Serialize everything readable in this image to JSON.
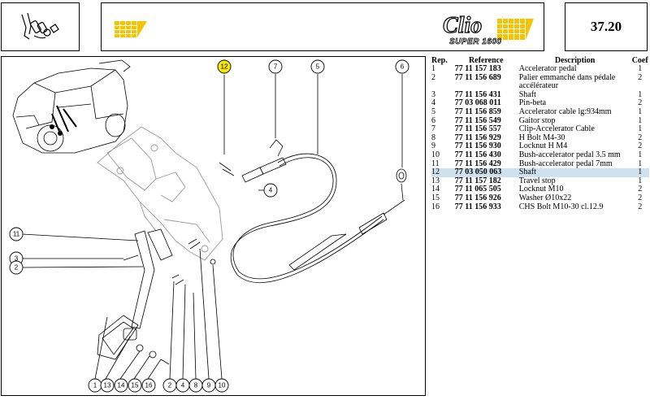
{
  "header": {
    "model_name": "Clio",
    "model_sub": "SUPER 1600",
    "page_number": "37.20",
    "accent_color": "#f5c400"
  },
  "table": {
    "headers": {
      "rep": "Rep.",
      "reference": "Reference",
      "description": "Description",
      "coef": "Coef"
    },
    "rows": [
      {
        "rep": "1",
        "reference": "77 11 157 183",
        "description": "Accelerator pedal",
        "coef": "1"
      },
      {
        "rep": "2",
        "reference": "77 11 156 689",
        "description": "Palier emmanché dans pédale accélérateur",
        "coef": "2"
      },
      {
        "rep": "3",
        "reference": "77 11 156 431",
        "description": "Shaft",
        "coef": "1"
      },
      {
        "rep": "4",
        "reference": "77 03 068 011",
        "description": "Pin-beta",
        "coef": "2"
      },
      {
        "rep": "5",
        "reference": "77 11 156 859",
        "description": "Accelerator cable lg:934mm",
        "coef": "1"
      },
      {
        "rep": "6",
        "reference": "77 11 156 549",
        "description": "Gaitor stop",
        "coef": "1"
      },
      {
        "rep": "7",
        "reference": "77 11 156 557",
        "description": "Clip-Accelerator Cable",
        "coef": "1"
      },
      {
        "rep": "8",
        "reference": "77 11 156 929",
        "description": "H Bolt M4-30",
        "coef": "2"
      },
      {
        "rep": "9",
        "reference": "77 11 156 930",
        "description": "Locknut H M4",
        "coef": "2"
      },
      {
        "rep": "10",
        "reference": "77 11 156 430",
        "description": "Bush-accelerator pedal 3.5 mm",
        "coef": "1"
      },
      {
        "rep": "11",
        "reference": "77 11 156 429",
        "description": "Bush-accelerator pedal 7mm",
        "coef": "1"
      },
      {
        "rep": "12",
        "reference": "77 03 050 063",
        "description": "Shaft",
        "coef": "1",
        "selected": true
      },
      {
        "rep": "13",
        "reference": "77 11 157 182",
        "description": "Travel stop",
        "coef": "1"
      },
      {
        "rep": "14",
        "reference": "77 11 065 505",
        "description": "Locknut M10",
        "coef": "2"
      },
      {
        "rep": "15",
        "reference": "77 11 156 926",
        "description": "Washer Ø10x22",
        "coef": "2"
      },
      {
        "rep": "16",
        "reference": "77 11 156 933",
        "description": "CHS Bolt M10-30 cl.12.9",
        "coef": "2"
      }
    ]
  },
  "diagram": {
    "callouts_top": [
      "12",
      "7",
      "5",
      "6"
    ],
    "callouts_side": [
      "4",
      "11",
      "3",
      "2"
    ],
    "callouts_bottom": [
      "1",
      "13",
      "14",
      "15",
      "16",
      "2",
      "4",
      "8",
      "9",
      "10"
    ],
    "highlight_color": "#f6e600"
  }
}
